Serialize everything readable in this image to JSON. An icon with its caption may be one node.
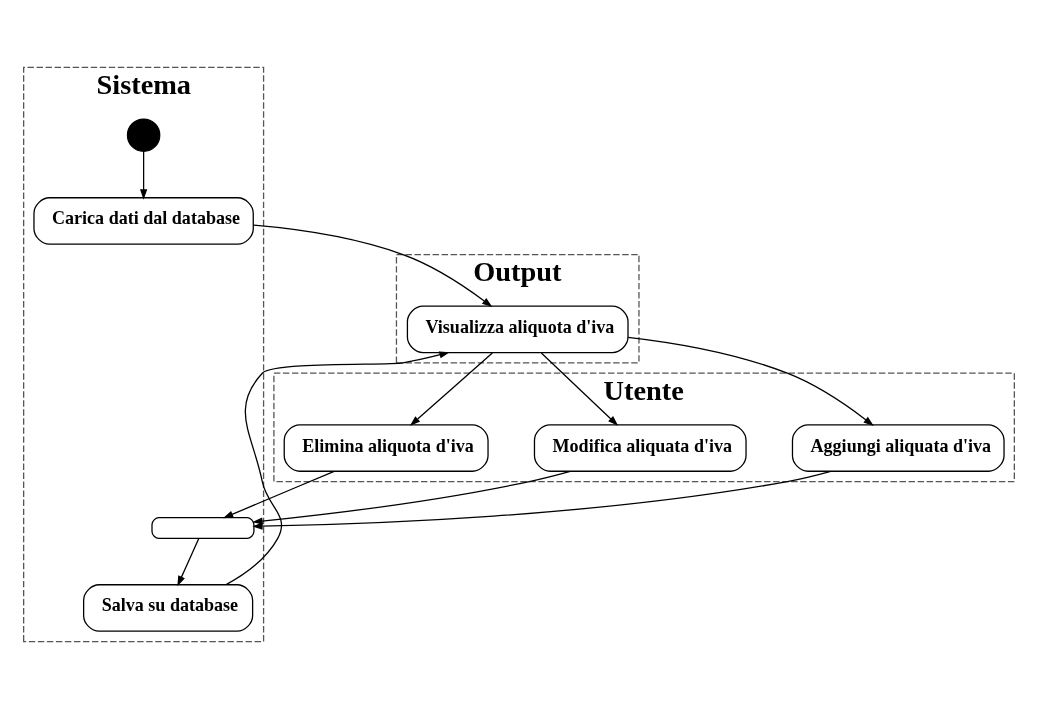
{
  "diagram": {
    "nodes": [
      {
        "text": [
          "Utente"
        ]
      },
      {
        "text": [
          "Sistema"
        ]
      },
      {
        "text": [
          "Output"
        ]
      },
      {
        "text": [],
        "shape": "circle",
        "in": 1
      },
      {
        "text": [
          "Carica dati dal database"
        ],
        "in": 1
      },
      {
        "text": [
          "Visualizza aliquota d'iva"
        ],
        "in": 2
      },
      {
        "text": [
          "Aggiungi aliquata d'iva"
        ],
        "in": 0
      },
      {
        "text": [
          "Modifica aliquata d'iva"
        ],
        "in": 0
      },
      {
        "text": [
          "Elimina aliquota d'iva"
        ],
        "in": 0
      },
      {
        "text": [],
        "shape": "bar",
        "in": 1
      },
      {
        "text": [
          "Salva su database"
        ],
        "in": 1
      }
    ],
    "edges": [
      {
        "from": 3,
        "to": 4,
        "arrow": "to"
      },
      {
        "from": 4,
        "to": 5,
        "arrow": "to"
      },
      {
        "from": 5,
        "to": 6,
        "arrow": "to"
      },
      {
        "from": 5,
        "to": 7,
        "arrow": "to"
      },
      {
        "from": 5,
        "to": 8,
        "arrow": "to"
      },
      {
        "from": 6,
        "to": 9,
        "arrow": "to"
      },
      {
        "from": 7,
        "to": 9,
        "arrow": "to"
      },
      {
        "from": 8,
        "to": 9,
        "arrow": "to"
      },
      {
        "from": 9,
        "to": 10,
        "arrow": "to"
      },
      {
        "from": 10,
        "to": 5,
        "arrow": "to"
      }
    ]
  }
}
